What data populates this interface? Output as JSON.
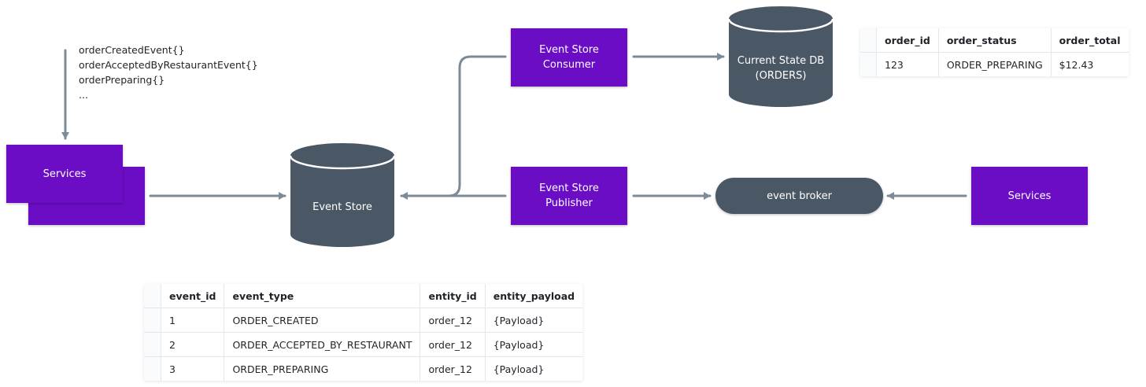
{
  "colors": {
    "service": "#6a0dc5",
    "storage": "#4a5866",
    "arrow": "#7d8b98"
  },
  "events_note": {
    "lines": [
      "orderCreatedEvent{}",
      "orderAcceptedByRestaurantEvent{}",
      "orderPreparing{}",
      "..."
    ]
  },
  "nodes": {
    "services_left": {
      "label": "Services"
    },
    "event_store": {
      "label": "Event Store"
    },
    "consumer": {
      "label": "Event Store\nConsumer"
    },
    "publisher": {
      "label": "Event Store\nPublisher"
    },
    "current_state_db": {
      "label": "Current State DB\n(ORDERS)"
    },
    "event_broker": {
      "label": "event broker"
    },
    "services_right": {
      "label": "Services"
    }
  },
  "orders_table": {
    "headers": [
      "order_id",
      "order_status",
      "order_total"
    ],
    "rows": [
      [
        "123",
        "ORDER_PREPARING",
        "$12.43"
      ]
    ]
  },
  "events_table": {
    "headers": [
      "event_id",
      "event_type",
      "entity_id",
      "entity_payload"
    ],
    "rows": [
      [
        "1",
        "ORDER_CREATED",
        "order_12",
        "{Payload}"
      ],
      [
        "2",
        "ORDER_ACCEPTED_BY_RESTAURANT",
        "order_12",
        "{Payload}"
      ],
      [
        "3",
        "ORDER_PREPARING",
        "order_12",
        "{Payload}"
      ]
    ]
  }
}
